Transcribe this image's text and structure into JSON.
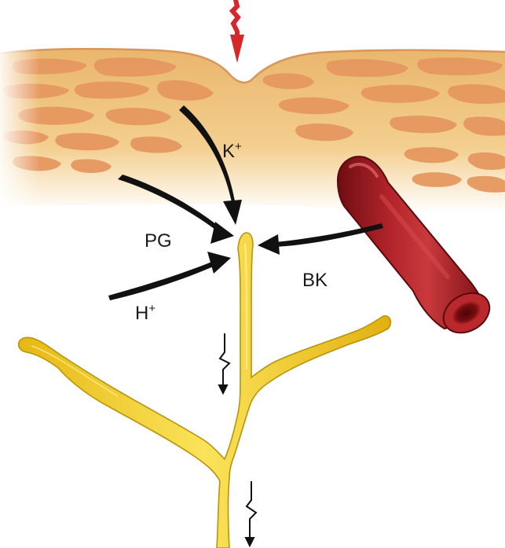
{
  "labels": {
    "k_plus": "K",
    "k_plus_sup": "+",
    "pg": "PG",
    "h_plus": "H",
    "h_plus_sup": "+",
    "bk": "BK"
  },
  "colors": {
    "skin_layer": "#f0c07a",
    "skin_cells": "#e59a60",
    "stimulus_arrow": "#d8272a",
    "nerve": "#f2d230",
    "nerve_outline": "#c9a510",
    "blood_vessel": "#a3191f",
    "mediator_arrows": "#111111"
  },
  "icons": {
    "stimulus": "red-down-arrow-icon",
    "action_potential": "zigzag-down-arrow-icon"
  }
}
